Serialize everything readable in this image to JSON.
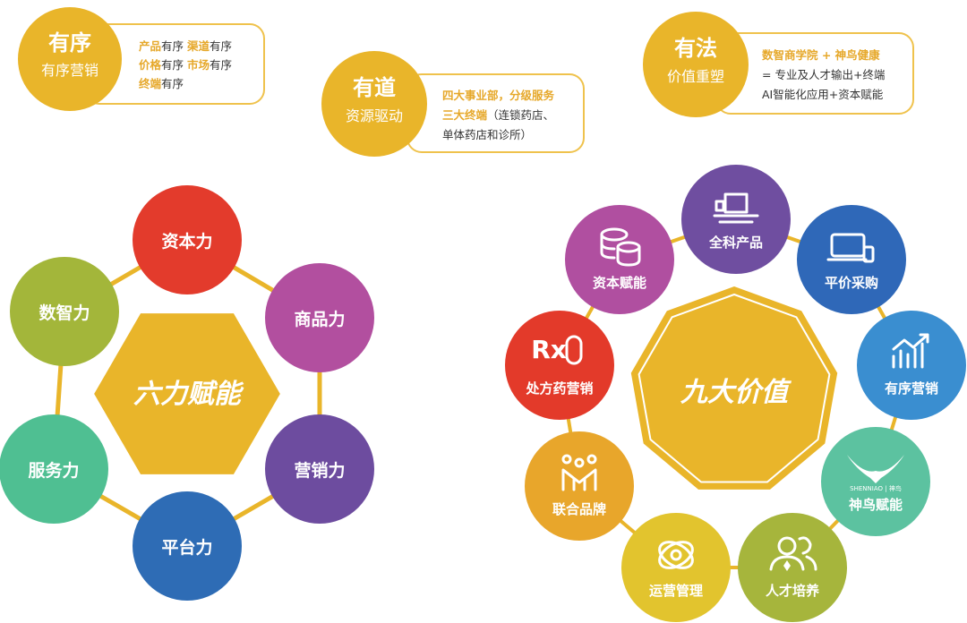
{
  "cards": [
    {
      "title": "有序",
      "subtitle": "有序营销",
      "lines": [
        [
          "产品",
          "有序  ",
          "渠道",
          "有序"
        ],
        [
          "价格",
          "有序  ",
          "市场",
          "有序"
        ],
        [
          "终端",
          "有序",
          "",
          ""
        ]
      ]
    },
    {
      "title": "有道",
      "subtitle": "资源驱动",
      "lines": [
        [
          "四大事业部，分级服务",
          "",
          "",
          ""
        ],
        [
          "三大终端",
          "（连锁药店、",
          "",
          ""
        ],
        [
          "",
          "单体药店和诊所）",
          "",
          ""
        ]
      ]
    },
    {
      "title": "有法",
      "subtitle": "价值重塑",
      "lines": [
        [
          "数智商学院 + 神鸟健康",
          "",
          "",
          ""
        ],
        [
          "",
          "= 专业及人才输出+终端",
          "",
          ""
        ],
        [
          "",
          "AI智能化应用+资本赋能",
          "",
          ""
        ]
      ]
    }
  ],
  "six_powers": {
    "center": "六力赋能",
    "items": [
      {
        "label": "资本力",
        "color": "#e33b2c"
      },
      {
        "label": "商品力",
        "color": "#b24f9f"
      },
      {
        "label": "营销力",
        "color": "#6d4c9f"
      },
      {
        "label": "平台力",
        "color": "#2e6cb5"
      },
      {
        "label": "服务力",
        "color": "#4fbf92"
      },
      {
        "label": "数智力",
        "color": "#a3b63a"
      }
    ]
  },
  "nine_values": {
    "center": "九大价值",
    "logo_text": "SHENNIAO | 神鸟",
    "items": [
      {
        "label": "全科产品",
        "icon": "devices-icon",
        "color": "#6f4ea0"
      },
      {
        "label": "平价采购",
        "icon": "laptop-phone-icon",
        "color": "#2f68b8"
      },
      {
        "label": "有序营销",
        "icon": "growth-chart-icon",
        "color": "#3a8ed0"
      },
      {
        "label": "神鸟赋能",
        "icon": "shenniao-logo-icon",
        "color": "#5cc2a0"
      },
      {
        "label": "人才培养",
        "icon": "people-icon",
        "color": "#a6b53c"
      },
      {
        "label": "运营管理",
        "icon": "atom-icon",
        "color": "#e2c42e"
      },
      {
        "label": "联合品牌",
        "icon": "team-icon",
        "color": "#e8a62b"
      },
      {
        "label": "处方药营销",
        "icon": "rx-pill-icon",
        "color": "#e33a2a"
      },
      {
        "label": "资本赋能",
        "icon": "coins-icon",
        "color": "#b04fa0"
      }
    ]
  },
  "colors": {
    "gold": "#e8b52a"
  }
}
